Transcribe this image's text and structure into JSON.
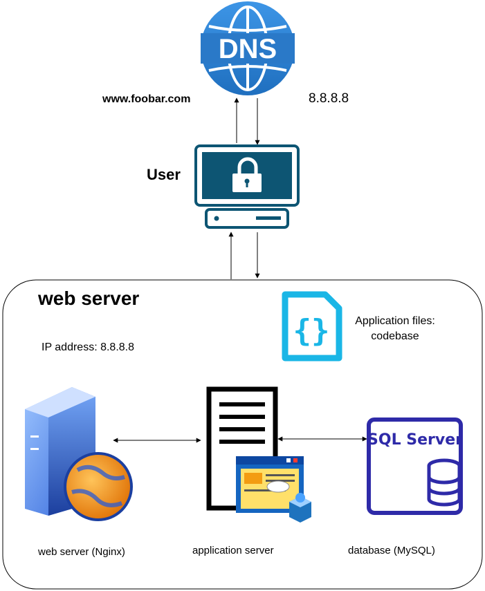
{
  "dns": {
    "icon_text": "DNS",
    "domain_label": "www.foobar.com",
    "ip_label": "8.8.8.8"
  },
  "user": {
    "label": "User"
  },
  "web_server_box": {
    "title": "web server",
    "ip_label": "IP address: 8.8.8.8",
    "app_files_label_line1": "Application files:",
    "app_files_label_line2": "codebase"
  },
  "nodes": {
    "nginx_label": "web server (Nginx)",
    "app_server_label": "application server",
    "database_label": "database (MySQL)",
    "sql_icon_text": "SQL Server"
  },
  "colors": {
    "dns_blue": "#2e7fd0",
    "user_teal": "#0d5573",
    "code_cyan": "#1ab6e6",
    "sql_indigo": "#2e2aa8"
  }
}
